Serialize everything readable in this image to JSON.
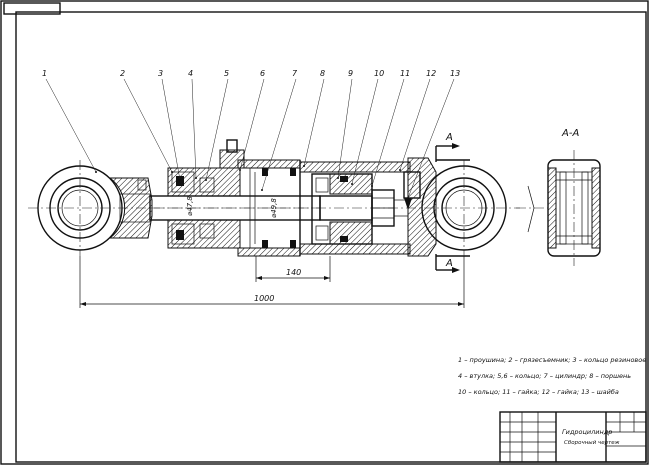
{
  "sheet": {
    "top_left_box": ""
  },
  "callouts": [
    "1",
    "2",
    "3",
    "4",
    "5",
    "6",
    "7",
    "8",
    "9",
    "10",
    "11",
    "12",
    "13"
  ],
  "section": {
    "label": "А-А",
    "marker": "А"
  },
  "dimensions": {
    "bore_diameter": "⌀47,8",
    "rod_diameter": "⌀49,8",
    "stroke": "140",
    "total_length": "1000"
  },
  "legend": {
    "line1": "1 – проушина; 2 – грязесъемник; 3 – кольцо резиновое",
    "line2": "4 – втулка; 5,6 – кольцо; 7 – цилиндр; 8 – поршень",
    "line3": "10 – кольцо; 11 – гайка; 12 – гайка; 13 – шайба"
  },
  "title_block": {
    "name": "Гидроцилиндр",
    "subtitle": "Сборочный чертеж"
  }
}
